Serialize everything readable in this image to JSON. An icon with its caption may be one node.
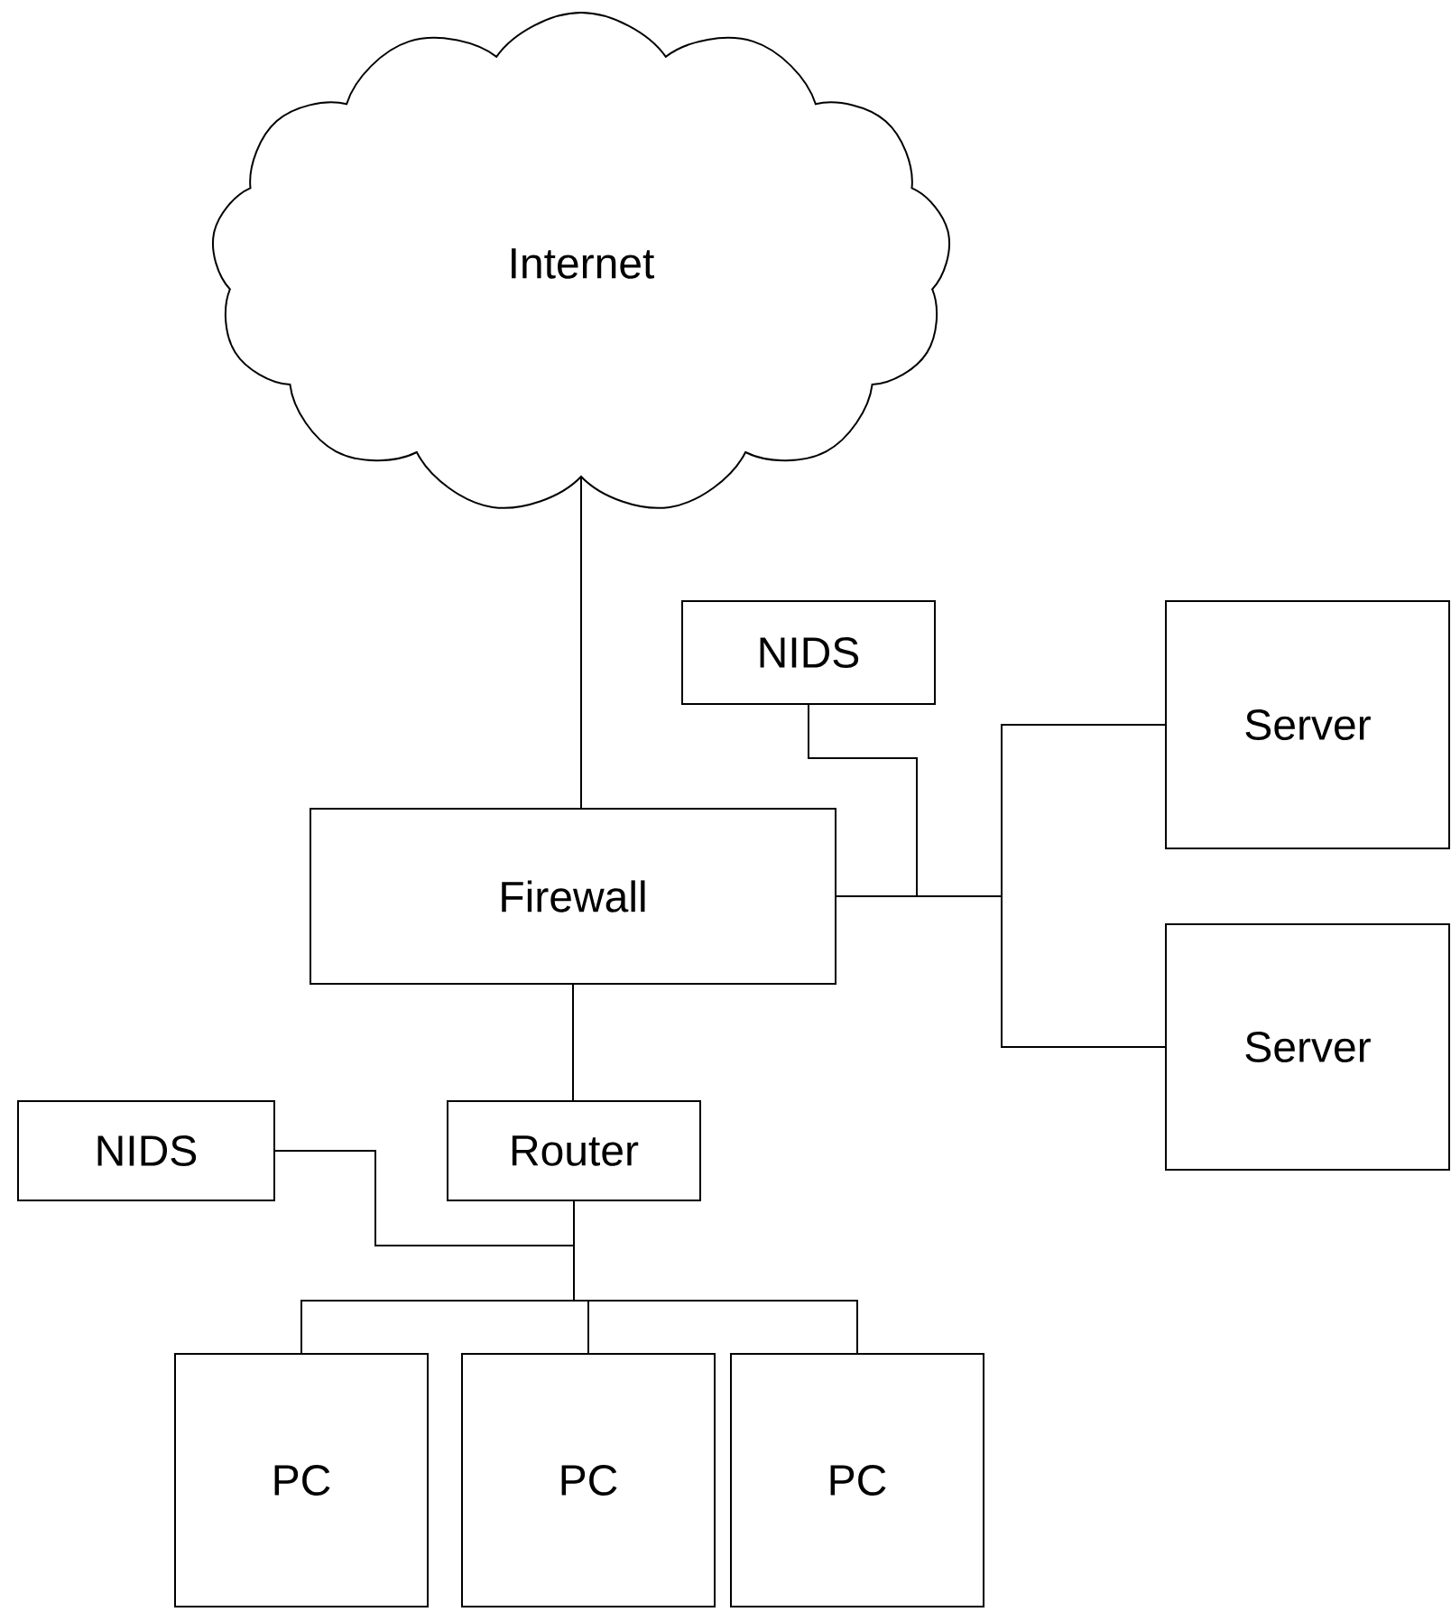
{
  "diagram": {
    "nodes": [
      {
        "text": [
          "Internet"
        ]
      },
      {
        "text": [
          "NIDS"
        ]
      },
      {
        "text": [
          "Server"
        ]
      },
      {
        "text": [
          "Firewall"
        ]
      },
      {
        "text": [
          "Server"
        ]
      },
      {
        "text": [
          "NIDS"
        ]
      },
      {
        "text": [
          "Router"
        ]
      },
      {
        "text": [
          "PC"
        ]
      },
      {
        "text": [
          "PC"
        ]
      },
      {
        "text": [
          "PC"
        ]
      }
    ],
    "edges": [
      {
        "from": 0,
        "to": 3,
        "arrow": "none"
      },
      {
        "from": 1,
        "to": 3,
        "arrow": "none"
      },
      {
        "from": 3,
        "to": 2,
        "arrow": "none"
      },
      {
        "from": 3,
        "to": 4,
        "arrow": "none"
      },
      {
        "from": 3,
        "to": 6,
        "arrow": "none"
      },
      {
        "from": 5,
        "to": 6,
        "arrow": "none"
      },
      {
        "from": 6,
        "to": 7,
        "arrow": "none"
      },
      {
        "from": 6,
        "to": 8,
        "arrow": "none"
      },
      {
        "from": 6,
        "to": 9,
        "arrow": "none"
      }
    ]
  }
}
